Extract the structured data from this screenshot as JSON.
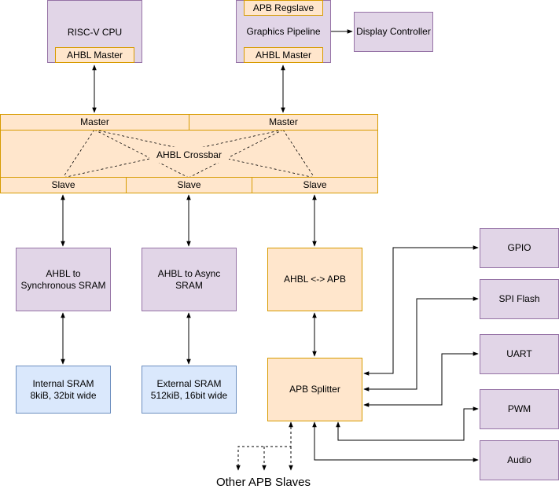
{
  "cpu": {
    "title": "RISC-V CPU",
    "master_port": "AHBL Master"
  },
  "gfx": {
    "regslave": "APB Regslave",
    "title": "Graphics Pipeline",
    "master_port": "AHBL Master"
  },
  "display": {
    "label": "Display Controller"
  },
  "crossbar": {
    "label": "AHBL Crossbar",
    "masters": [
      "Master",
      "Master"
    ],
    "slaves": [
      "Slave",
      "Slave",
      "Slave"
    ]
  },
  "bridges": {
    "sync_sram": "AHBL to\nSynchronous SRAM",
    "async_sram": "AHBL to Async\nSRAM",
    "apb": "AHBL <-> APB"
  },
  "memories": {
    "internal": "Internal SRAM\n8kiB, 32bit wide",
    "external": "External SRAM\n512kiB, 16bit wide"
  },
  "apb_splitter": {
    "label": "APB Splitter"
  },
  "peripherals": [
    "GPIO",
    "SPI Flash",
    "UART",
    "PWM",
    "Audio"
  ],
  "other_slaves": {
    "label": "Other APB Slaves"
  }
}
